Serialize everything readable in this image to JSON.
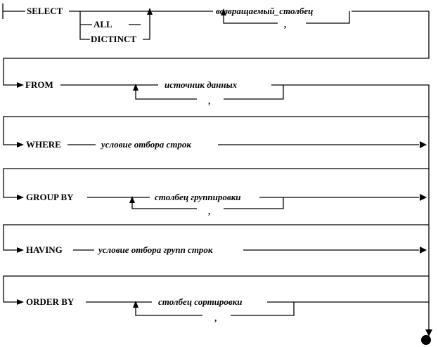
{
  "select": {
    "keyword": "SELECT",
    "all": "ALL",
    "distinct": "DICTINCT",
    "column": "возвращаемый_столбец",
    "separator": ","
  },
  "from": {
    "keyword": "FROM",
    "source": "источник данных",
    "separator": ","
  },
  "where": {
    "keyword": "WHERE",
    "condition": "условие отбора строк"
  },
  "group_by": {
    "keyword": "GROUP BY",
    "column": "столбец группировки",
    "separator": ","
  },
  "having": {
    "keyword": "HAVING",
    "condition": "условие отбора групп строк"
  },
  "order_by": {
    "keyword": "ORDER BY",
    "column": "столбец сортировки",
    "separator": ","
  }
}
